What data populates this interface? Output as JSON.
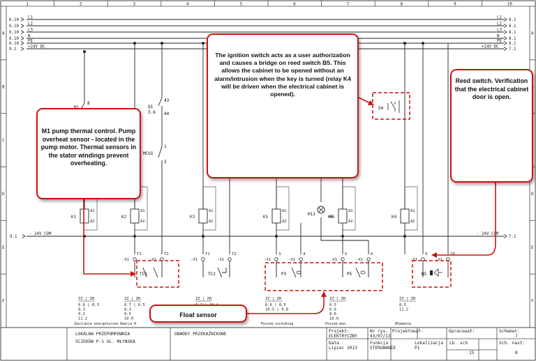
{
  "column_numbers": [
    "1",
    "2",
    "3",
    "4",
    "5",
    "6",
    "7",
    "8",
    "9",
    "10"
  ],
  "row_letters": [
    "A",
    "B",
    "C",
    "D",
    "E",
    "F"
  ],
  "left_rail_refs": [
    {
      "ref": "6.10",
      "line": "L1"
    },
    {
      "ref": "6.10",
      "line": "L2"
    },
    {
      "ref": "6.10",
      "line": "L3"
    },
    {
      "ref": "6.10",
      "line": "N"
    },
    {
      "ref": "6.10",
      "line": "PE"
    },
    {
      "ref": "9.1",
      "line": "+24V DC"
    }
  ],
  "right_rail_refs": [
    {
      "line": "L1",
      "ref": "8.1"
    },
    {
      "line": "L2",
      "ref": "8.1"
    },
    {
      "line": "L3",
      "ref": "8.1"
    },
    {
      "line": "N",
      "ref": "8.1"
    },
    {
      "line": "PE",
      "ref": "8.1"
    },
    {
      "line": "+24V DC",
      "ref": "7.1"
    }
  ],
  "com_rail": {
    "left_ref": "9.1",
    "left_label": "24V COM",
    "right_label": "24V COM",
    "right_ref": "7.1"
  },
  "components": {
    "b1": "B1",
    "b1_pin": "8",
    "q1": "Q1",
    "q1_sub": "3.6",
    "q1_pin_top": "43",
    "q1_pin_bot": "44",
    "mcu1": "MCU1",
    "mcu1_pin1": "1",
    "mcu1_pin2": "2",
    "k1": "K1",
    "k2": "K2",
    "k3": "K3",
    "k5": "K5",
    "k6": "K6",
    "k4": "K4",
    "h11": "H11",
    "mc": "MC",
    "a1": "A1",
    "a2": "A2",
    "x1": "-X1",
    "t1": "T1",
    "t2": "T2",
    "tc1": "TC1",
    "tc2": "TC2",
    "p3": "P3",
    "p5": "P5",
    "b5": "B5",
    "s4": "S4",
    "term": [
      "3",
      "4",
      "5",
      "6",
      "9",
      "10"
    ]
  },
  "contact_refs": [
    {
      "hdr": "ZZ | ZR",
      "rows": [
        "6.6 | 8.3",
        "8.3",
        "9.2",
        "11.2"
      ],
      "caption": "Zasilanie energetyczne"
    },
    {
      "hdr": "ZZ | ZR",
      "rows": [
        "6.7 | 6.5",
        "8.3",
        "9.5",
        "10.0"
      ],
      "caption": "Awaria H"
    },
    {
      "hdr": "ZZ | ZR",
      "rows": [
        "6.7 | 16.4"
      ],
      "caption": ""
    },
    {
      "hdr": "ZZ | ZR",
      "rows": [
        "6.6 | 8.5",
        "10.5 | 9.8"
      ],
      "caption": "Poziom suchobieg"
    },
    {
      "hdr": "ZZ | ZR",
      "rows": [
        "6.5",
        "6.6",
        "8.6",
        "10.6"
      ],
      "caption": "Poziom max."
    },
    {
      "hdr": "ZZ | ZR",
      "rows": [
        "8.5",
        "11.2"
      ],
      "caption": "Włamanie"
    }
  ],
  "title_block": {
    "owner_line1": "LOKALNA PRZEPOMPOWNIA",
    "owner_line2": "ŚCIEKÓW P-1 UL. MŁYNSKA",
    "sheet_title": "OBWODY PRZEKAŹNIKOWE",
    "projekt_label": "Projekt:",
    "projekt_value": "ELEKTRYCZNY",
    "nr_rys_label": "Nr rys.",
    "nr_rys_value": "43/07/13",
    "projektowal_label": "Projektował:",
    "opracowal_label": "Opracował:",
    "schemat_label": "Schemat:",
    "schemat_value": "7",
    "data_label": "Data",
    "data_value": "Lipiec 2013",
    "funkcja_label": "Funkcja",
    "funkcja_value": "STEROWANIE",
    "lokalizacja_label": "Lokalizacja",
    "lokalizacja_value": "P1",
    "lb_sch_label": "Lb. sch",
    "lb_sch_value": "15",
    "sch_nast_label": "Sch. nast:",
    "sch_nast_value": "8"
  },
  "callouts": {
    "ignition": "The ignition switch acts as a user authorization and causes a bridge on reed switch B5. This allows the cabinet to be opened without an alarm/intrusion when the key is turned (relay K4 will be driven when the electrical cabinet is opened).",
    "thermal": "M1 pump thermal control. Pump overheat sensor - located in the pump motor. Thermal sensors in the stator windings prevent overheating.",
    "reed": "Reed switch. Verification that the electrical cabinet door is open.",
    "float": "Float sensor"
  },
  "colors": {
    "annotation_red": "#cc1111",
    "wire": "#222222",
    "frame": "#444444"
  }
}
